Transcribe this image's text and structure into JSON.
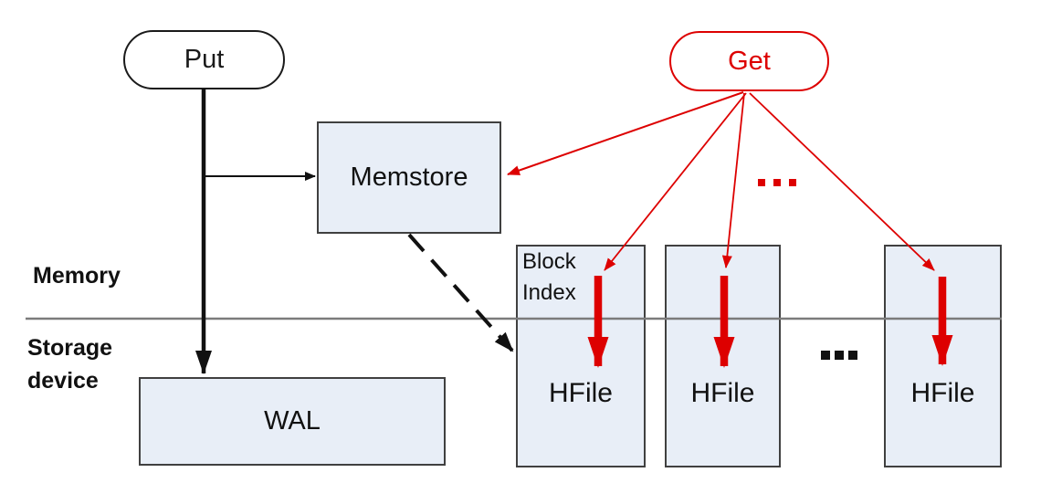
{
  "colors": {
    "accent_red": "#dd0000",
    "box_fill": "#e8eef7",
    "box_border": "#404040",
    "divider_gray": "#7b7b7b",
    "line_black": "#111111"
  },
  "nodes": {
    "put": {
      "label": "Put"
    },
    "get": {
      "label": "Get"
    },
    "memstore": {
      "label": "Memstore"
    },
    "wal": {
      "label": "WAL"
    },
    "hfile_1": {
      "label": "HFile",
      "block_index_line1": "Block",
      "block_index_line2": "Index"
    },
    "hfile_2": {
      "label": "HFile"
    },
    "hfile_3": {
      "label": "HFile"
    }
  },
  "layer_labels": {
    "memory": "Memory",
    "storage_line1": "Storage",
    "storage_line2": "device"
  },
  "ellipses": {
    "between_get_arrows": "...",
    "between_hfiles": "..."
  }
}
